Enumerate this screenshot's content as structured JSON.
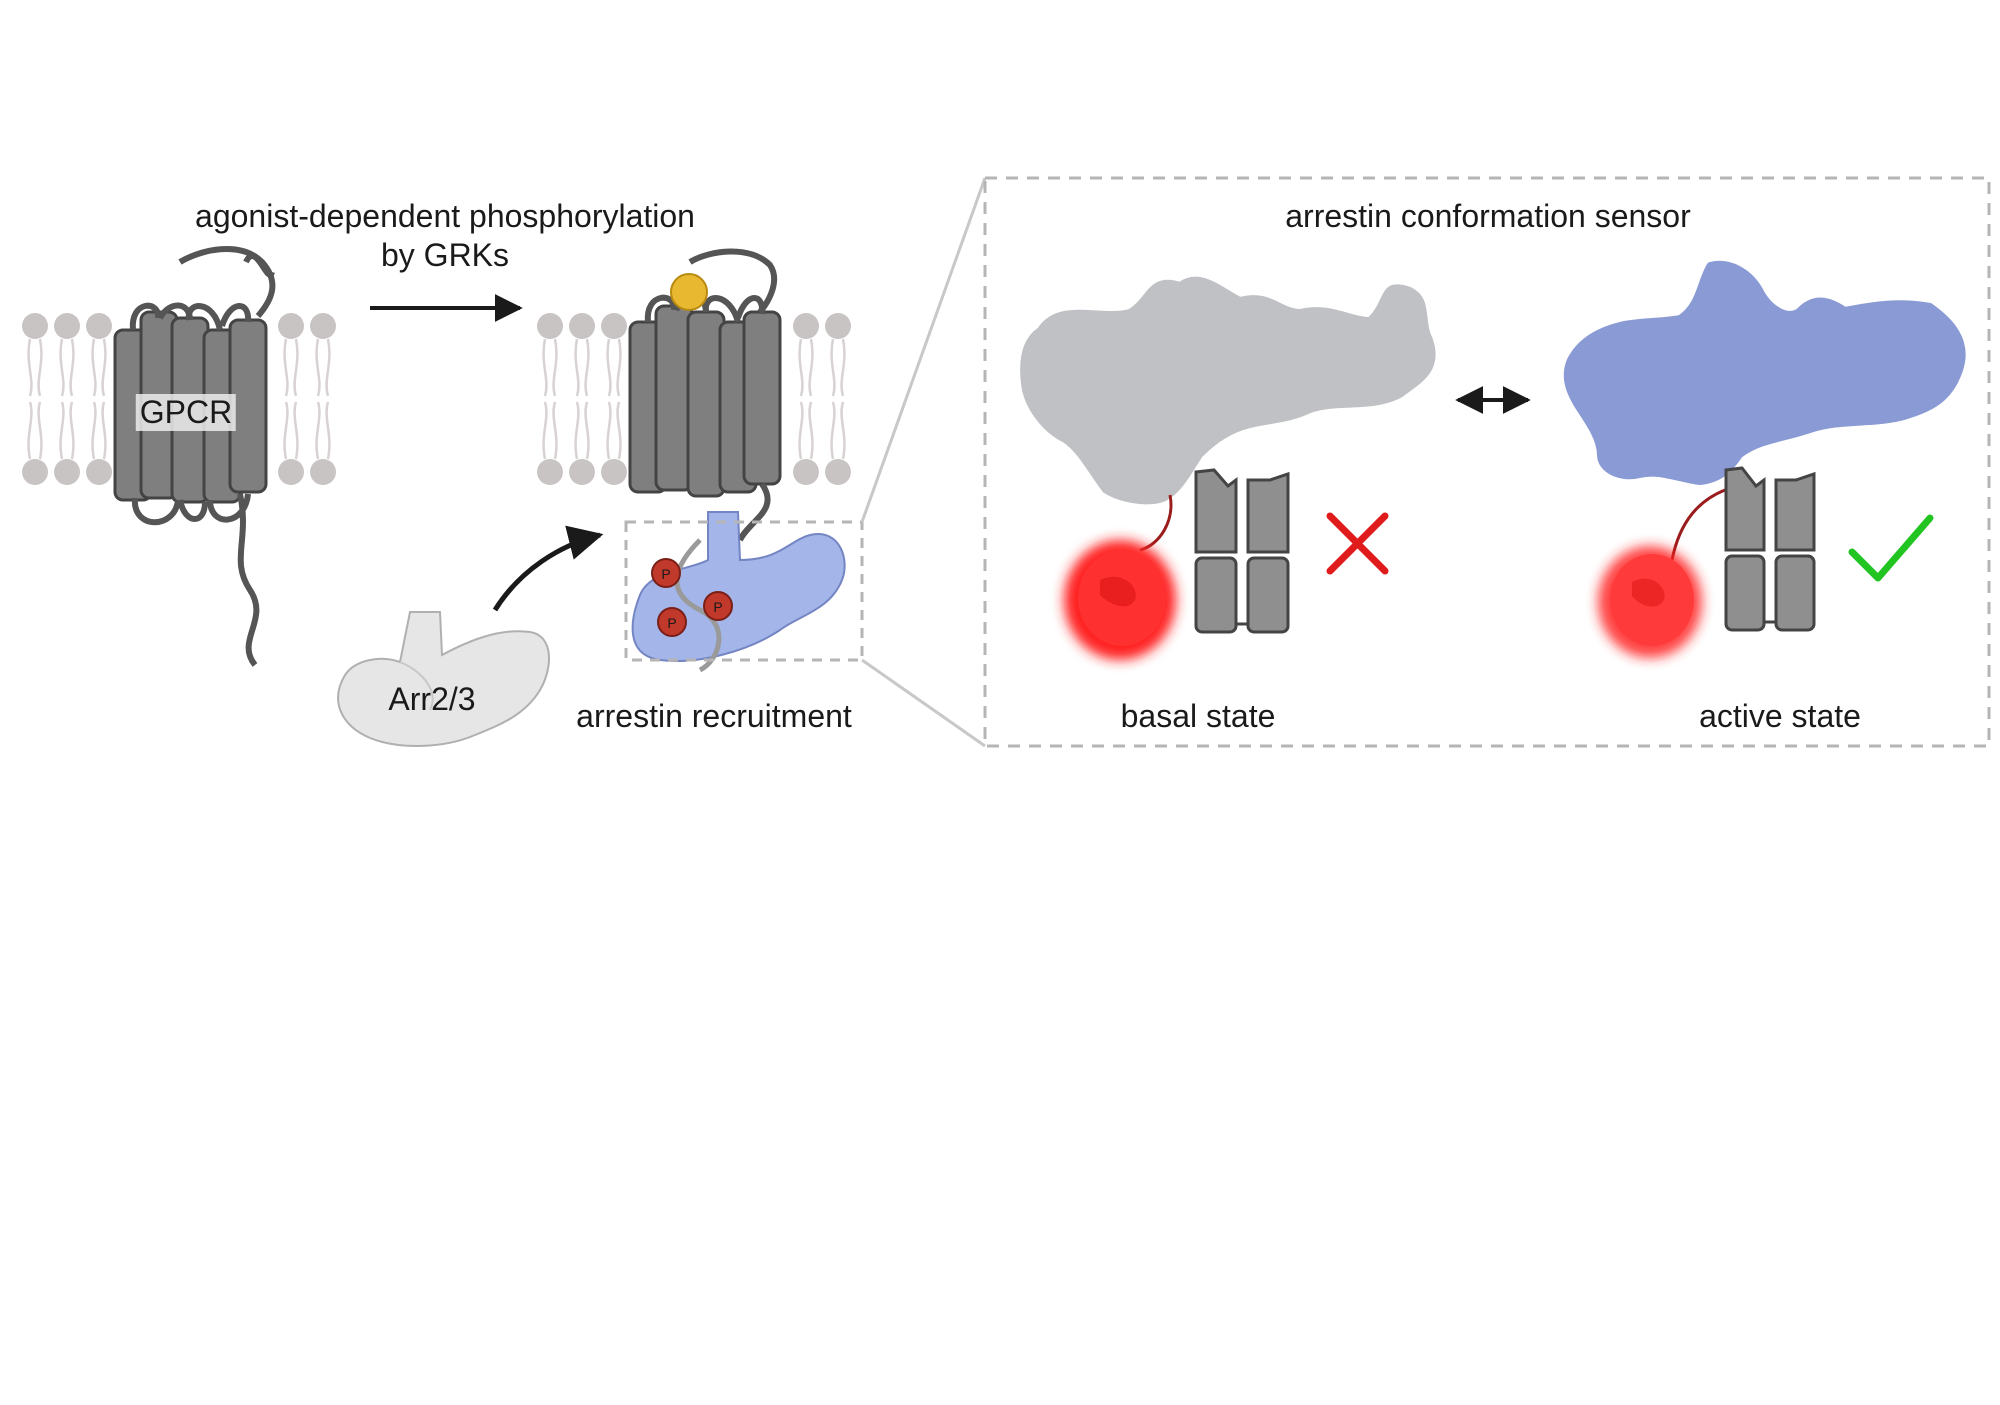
{
  "labels": {
    "step_line1": "agonist-dependent phosphorylation",
    "step_line2": "by GRKs",
    "gpcr": "GPCR",
    "arrestin_short": "Arr2/3",
    "recruitment": "arrestin recruitment",
    "sensor_title": "arrestin conformation sensor",
    "basal": "basal state",
    "active": "active state",
    "phospho": "P"
  },
  "colors": {
    "receptor": "#7f7f7f",
    "receptor_dark": "#555555",
    "membrane_head": "#c9c4c4",
    "membrane_tail": "#d8d2d2",
    "ligand": "#e8b830",
    "arrestin_inactive": "#bfc1c4",
    "arrestin_active": "#8a9ad4",
    "arrestin_bound": "#9fb2e8",
    "fluorophore": "#ff2a2a",
    "phospho_site": "#c0392b",
    "cross": "#e01b1b",
    "check": "#22c422",
    "dashed_box": "#b5b5b5"
  },
  "icons": {
    "state_basal": "cross-icon",
    "state_active": "check-icon",
    "transition": "double-arrow-icon"
  }
}
